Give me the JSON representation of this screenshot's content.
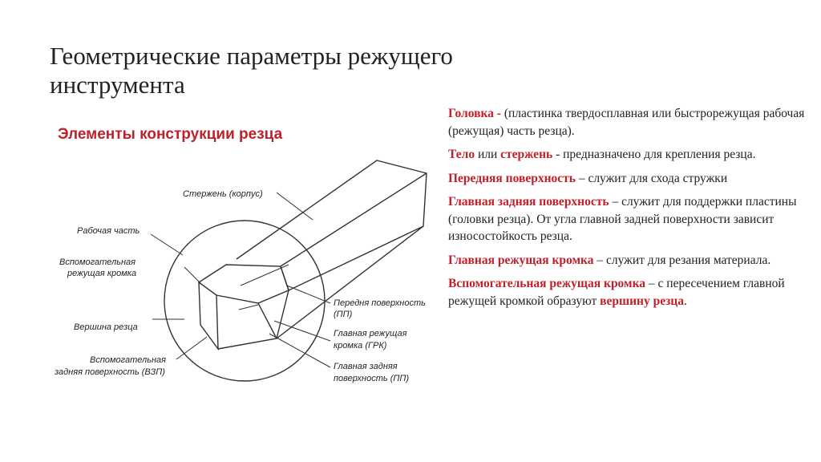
{
  "title": "Геометрические параметры режущего инструмента",
  "subtitle": "Элементы конструкции резца",
  "figure_labels": {
    "shank": "Стержень (корпус)",
    "working_part": "Рабочая часть",
    "aux_edge_1": "Вспомогательная",
    "aux_edge_2": "режущая кромка",
    "tip": "Вершина резца",
    "aux_flank_1": "Вспомогательная",
    "aux_flank_2": "задняя поверхность (ВЗП)",
    "rake_1": "Передня поверхность",
    "rake_2": "(ПП)",
    "main_edge_1": "Главная режущая",
    "main_edge_2": "кромка (ГРК)",
    "main_flank_1": "Главная задняя",
    "main_flank_2": "поверхность (ПП)"
  },
  "definitions": [
    {
      "term": "Головка",
      "sep": " - ",
      "text": "(пластинка твердосплавная или быстрорежущая рабочая (режущая) часть резца)."
    },
    {
      "term": "Тело",
      "mid": " или ",
      "term2": "стержень",
      "sep": " - ",
      "text": "предназначено для крепления резца."
    },
    {
      "term": "Передняя поверхность",
      "sep": " – ",
      "text": " служит для схода стружки"
    },
    {
      "term": "Главная задняя поверхность",
      "sep": " – ",
      "text": "служит для поддержки пластины (головки  резца). От угла главной задней поверхности зависит износостойкость резца."
    },
    {
      "term": "Главная режущая кромка",
      "sep": " – ",
      "text": "служит для резания материала."
    },
    {
      "term": "Вспомогательная режущая кромка",
      "sep": " – ",
      "text": "с пересечением главной режущей кромкой образуют ",
      "term_end": "вершину резца",
      "end": "."
    }
  ]
}
